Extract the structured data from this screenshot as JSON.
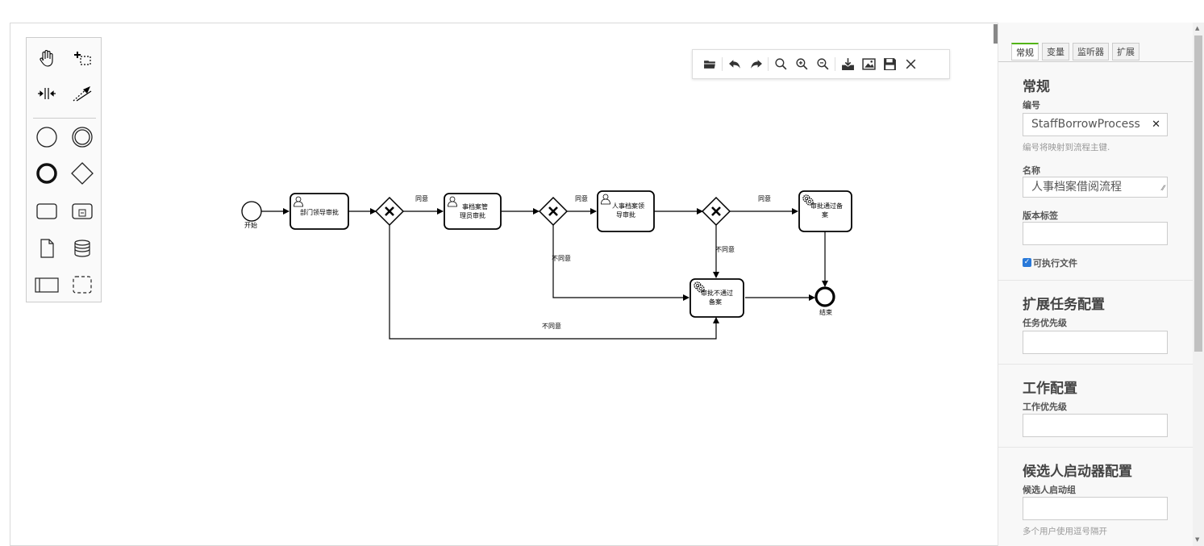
{
  "palette": {
    "items": [
      {
        "name": "hand-tool-icon"
      },
      {
        "name": "lasso-tool-icon"
      },
      {
        "name": "space-tool-icon"
      },
      {
        "name": "connect-tool-icon"
      },
      {
        "name": "start-event-icon"
      },
      {
        "name": "intermediate-event-icon"
      },
      {
        "name": "end-event-icon"
      },
      {
        "name": "gateway-icon"
      },
      {
        "name": "task-icon"
      },
      {
        "name": "subprocess-icon"
      },
      {
        "name": "data-object-icon"
      },
      {
        "name": "data-store-icon"
      },
      {
        "name": "pool-icon"
      },
      {
        "name": "group-icon"
      }
    ]
  },
  "toolbar": {
    "items": [
      "open-folder-icon",
      "undo-icon",
      "redo-icon",
      "reset-zoom-icon",
      "zoom-in-icon",
      "zoom-out-icon",
      "download-xml-icon",
      "download-image-icon",
      "save-icon",
      "close-icon"
    ]
  },
  "diagram": {
    "start_label": "开始",
    "end_label": "结束",
    "task1": "部门领导审批",
    "task2": [
      "事档案管",
      "理员审批"
    ],
    "task3": [
      "人事档案领",
      "导审批"
    ],
    "task4": [
      "审批通过备",
      "案"
    ],
    "task5": [
      "审批不通过",
      "备案"
    ],
    "flow_agree_1": "同意",
    "flow_agree_2": "同意",
    "flow_agree_3": "同意",
    "flow_reject_1": "不同意",
    "flow_reject_2": "不同意",
    "flow_reject_3": "不同意"
  },
  "panel": {
    "tabs": [
      "常规",
      "变量",
      "监听器",
      "扩展"
    ],
    "active_tab": "常规",
    "general": {
      "title": "常规",
      "id_label": "编号",
      "id_value": "StaffBorrowProcess",
      "id_hint": "编号将映射到流程主键.",
      "name_label": "名称",
      "name_value": "人事档案借阅流程",
      "version_label": "版本标签",
      "version_value": "",
      "executable_label": "可执行文件"
    },
    "ext_task": {
      "title": "扩展任务配置",
      "priority_label": "任务优先级",
      "priority_value": ""
    },
    "job": {
      "title": "工作配置",
      "priority_label": "工作优先级",
      "priority_value": ""
    },
    "starter": {
      "title": "候选人启动器配置",
      "group_label": "候选人启动组",
      "group_value": "",
      "group_hint": "多个用户使用逗号隔开"
    }
  }
}
